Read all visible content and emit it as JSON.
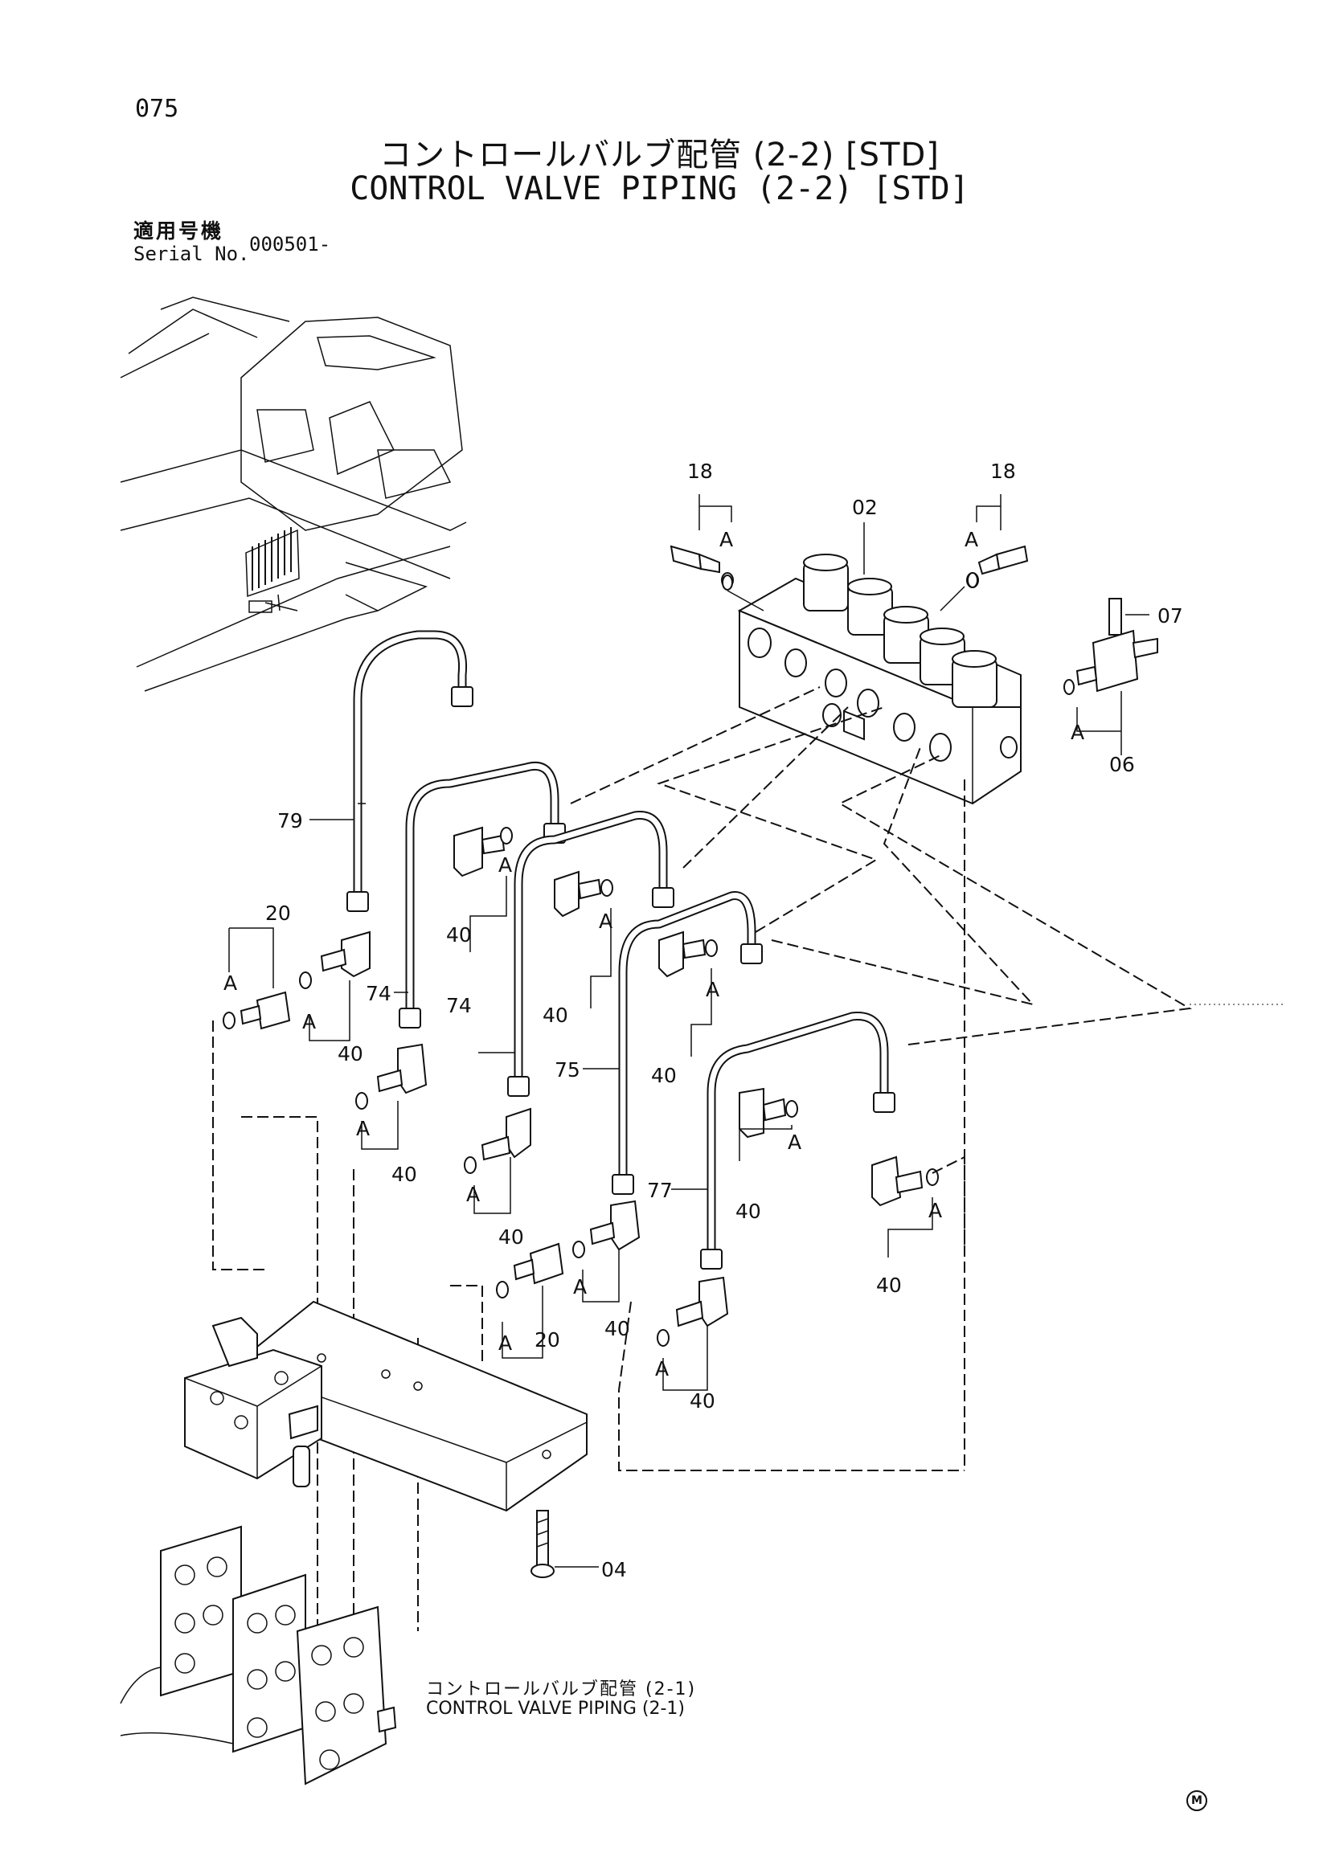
{
  "page_number": "075",
  "title_jp": "コントロールバルブ配管 (2-2) [STD]",
  "title_en": "CONTROL VALVE PIPING (2-2) [STD]",
  "serial": {
    "label_jp": "適用号機",
    "label_en": "Serial No.",
    "value": "000501-"
  },
  "reference": {
    "label_jp": "コントロールバルブ配管 (2-1)",
    "label_en": "CONTROL VALVE PIPING (2-1)"
  },
  "detail_marker": "A",
  "mark": "M",
  "part_numbers": {
    "p02": "02",
    "p04": "04",
    "p06": "06",
    "p07": "07",
    "p18a": "18",
    "p18b": "18",
    "p20a": "20",
    "p20b": "20",
    "p40": "40",
    "p74": "74",
    "p75": "75",
    "p77": "77",
    "p79": "79"
  }
}
